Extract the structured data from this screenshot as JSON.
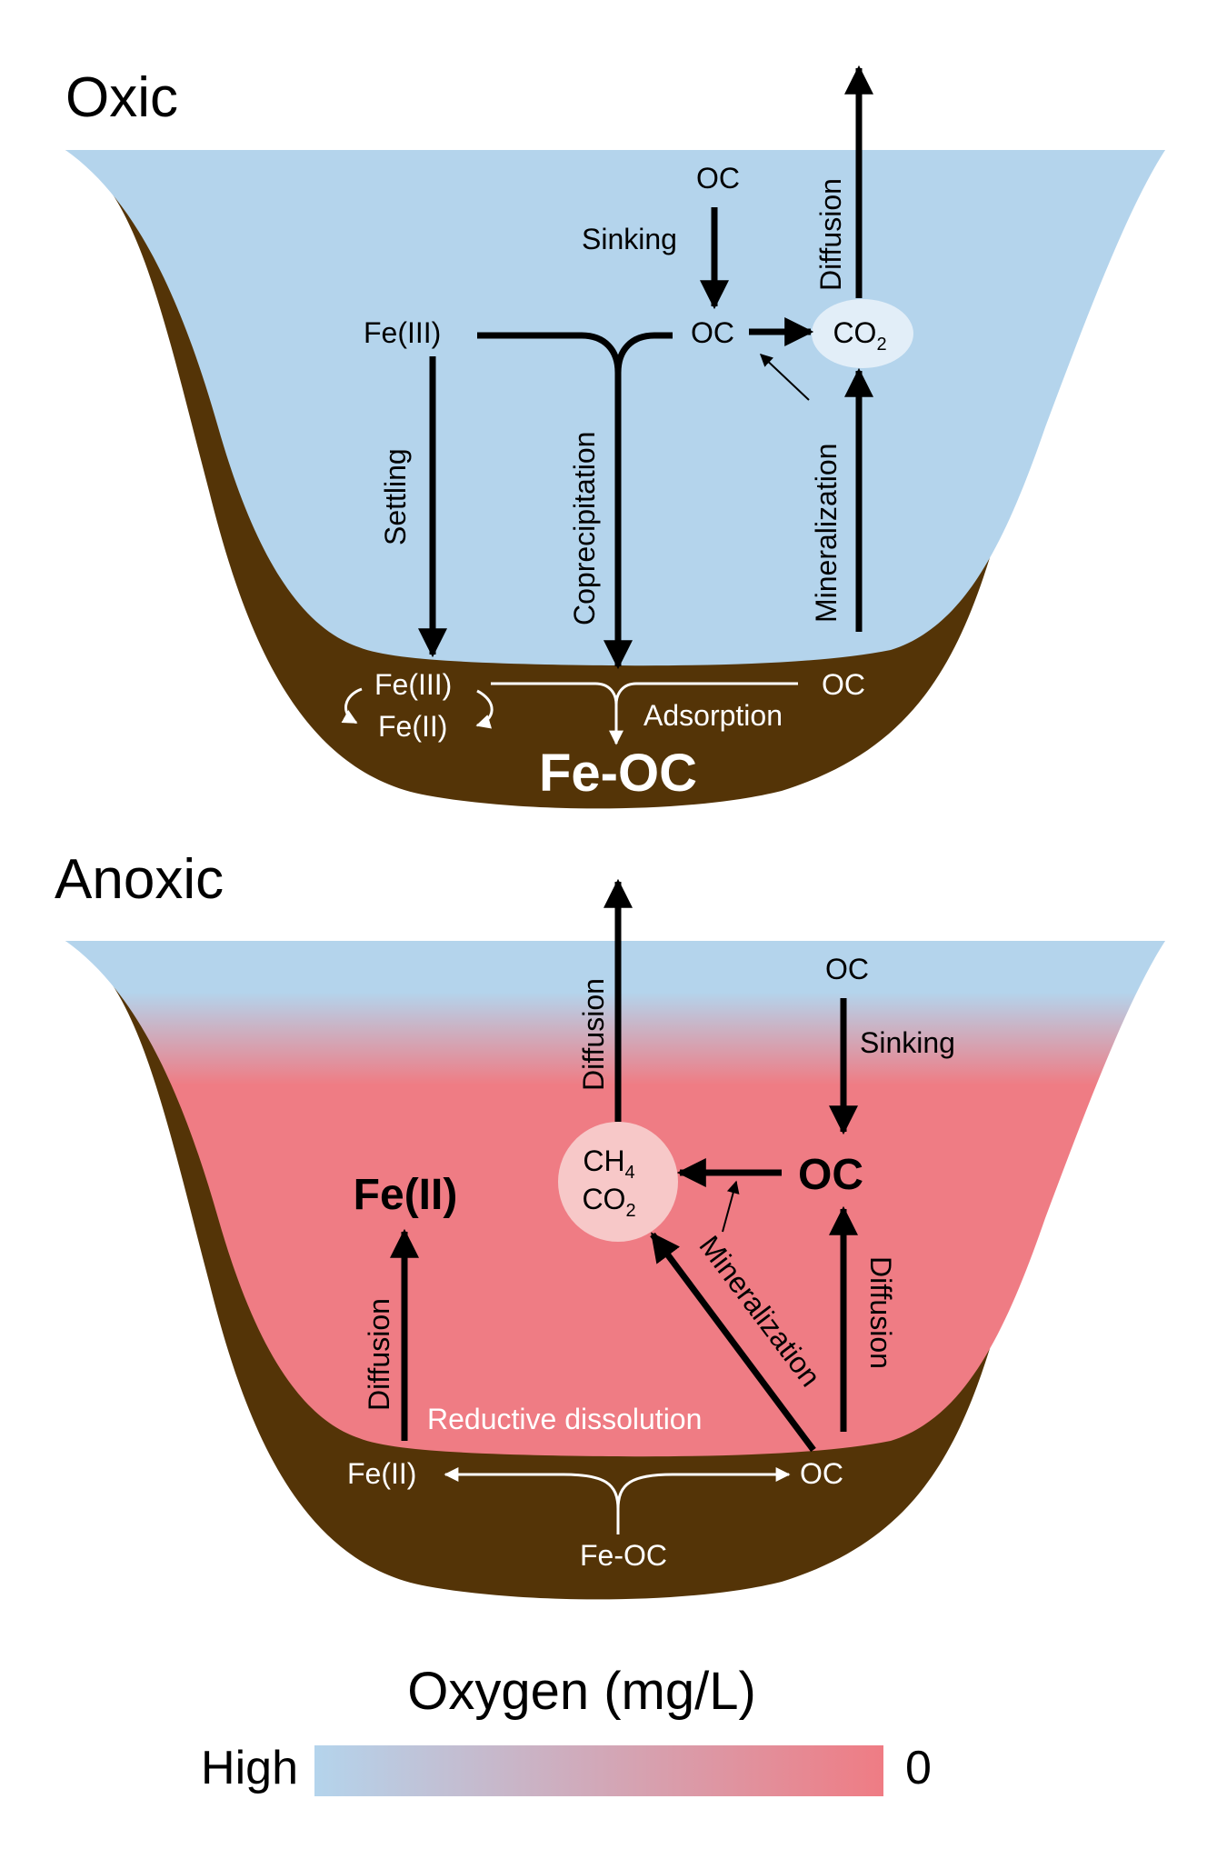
{
  "oxic": {
    "title": "Oxic",
    "oc_top": "OC",
    "sinking": "Sinking",
    "fe3_top": "Fe(III)",
    "oc_mid": "OC",
    "co2": "CO",
    "co2_sub": "2",
    "diffusion": "Diffusion",
    "settling": "Settling",
    "coprecipitation": "Coprecipitation",
    "mineralization": "Mineralization",
    "sed_fe3": "Fe(III)",
    "sed_fe2": "Fe(II)",
    "sed_oc": "OC",
    "adsorption": "Adsorption",
    "fe_oc": "Fe-OC"
  },
  "anoxic": {
    "title": "Anoxic",
    "diffusion_top": "Diffusion",
    "oc_top": "OC",
    "sinking": "Sinking",
    "ch4": "CH",
    "ch4_sub": "4",
    "co2": "CO",
    "co2_sub": "2",
    "oc_big": "OC",
    "fe2_big": "Fe(II)",
    "mineralization": "Mineralization",
    "diffusion_left": "Diffusion",
    "diffusion_right": "Diffusion",
    "reductive_dissolution": "Reductive dissolution",
    "sed_fe2": "Fe(II)",
    "sed_oc": "OC",
    "fe_oc": "Fe-OC"
  },
  "legend": {
    "title": "Oxygen (mg/L)",
    "low_label": "High",
    "high_label": "0"
  },
  "colors": {
    "oxic_water": "#b4d4ec",
    "anoxic_water": "#ef7c84",
    "sediment": "#543407",
    "co2_circle_oxic": "#e2eef8",
    "gas_circle_anoxic": "#f7c8c8"
  }
}
